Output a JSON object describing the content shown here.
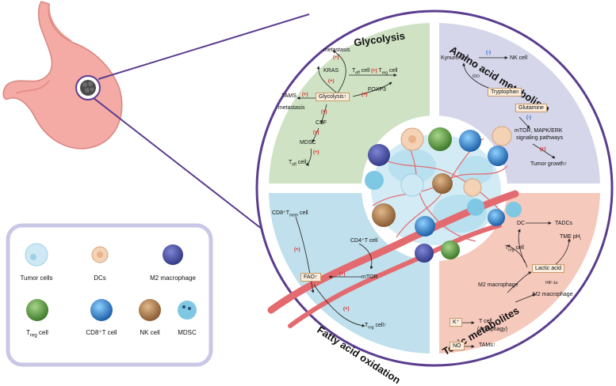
{
  "sections": {
    "glycolysis": {
      "title": "Glycolysis",
      "labels": {
        "metastasis_top": "metastasis",
        "kras": "KRAS",
        "teff_treg": "T",
        "teff_sub": "eff",
        "cell1": " cell",
        "treg_sub": "reg",
        "cell2": " cell",
        "foxp3": "FOXP3",
        "tams": "TAMS",
        "glycolysis_box": "Glycolysis↑",
        "metastasis_left": "metastasis",
        "csf": "CSF",
        "mdsc": "MDSC",
        "teff_bottom": "T",
        "teff_bottom_sub": "eff",
        "teff_bottom_cell": " cell↓"
      }
    },
    "amino": {
      "title": "Amino acid metabolism",
      "labels": {
        "kynurenine": "Kynurenine",
        "nk_cell": "NK cell",
        "ido": "IDO",
        "tryptophan": "Tryptophan",
        "glutamine": "Glutamine",
        "mtor_line1": "mTOR, MAPK/ERK",
        "mtor_line2": "signaling pathways",
        "tumor_growth": "Tumor growth↑"
      }
    },
    "fatty": {
      "title": "Fatty acid oxidation",
      "labels": {
        "cd8_tmem": "CD8⁺T",
        "mem_sub": "mem",
        "cd8_cell": " cell",
        "cd4_t_cell": "CD4⁺T cell",
        "fao_box": "FAO↑",
        "mtor": "mTOR",
        "treg": "T",
        "treg_sub": "reg",
        "treg_cell": " cell↑"
      }
    },
    "toxic": {
      "title": "Toxic metabolites",
      "labels": {
        "dc": "DC",
        "tadcs": "TADCs",
        "treg": "T",
        "treg_sub": "reg",
        "treg_cell": " cell",
        "tme_ph": "TME pH",
        "tme_sub": "i",
        "lactic_acid": "Lactic acid",
        "hif": "HIF-1α",
        "m2_macrophage_1": "M2 macrophage",
        "m2_macrophage_2": "M2 macrophage",
        "k_box": "K⁺",
        "t_cell_autophagy_1": "T cell",
        "t_cell_autophagy_2": "(Autophagy)",
        "no_box": "NO",
        "tams": "TAMs↑"
      }
    }
  },
  "legend": {
    "items": [
      {
        "label": "Tumor cells"
      },
      {
        "label": "DCs"
      },
      {
        "label": "M2 macrophage"
      },
      {
        "label": "T"
      },
      {
        "label": "CD8⁺T cell"
      },
      {
        "label": "NK cell"
      },
      {
        "label": "MDSC"
      }
    ],
    "treg_sub": "reg",
    "treg_cell": " cell"
  },
  "signs": {
    "plus": "(+)",
    "minus": "(-)"
  },
  "colors": {
    "glycolysis_bg": "#cfe3c4",
    "amino_bg": "#d6d6ea",
    "fatty_bg": "#bfe0ec",
    "toxic_bg": "#f6c9bd",
    "circle_border": "#5b3d8f",
    "stomach": "#f2a6a0",
    "vessel": "#e36a6f",
    "legend_border": "#c9c7e6"
  }
}
